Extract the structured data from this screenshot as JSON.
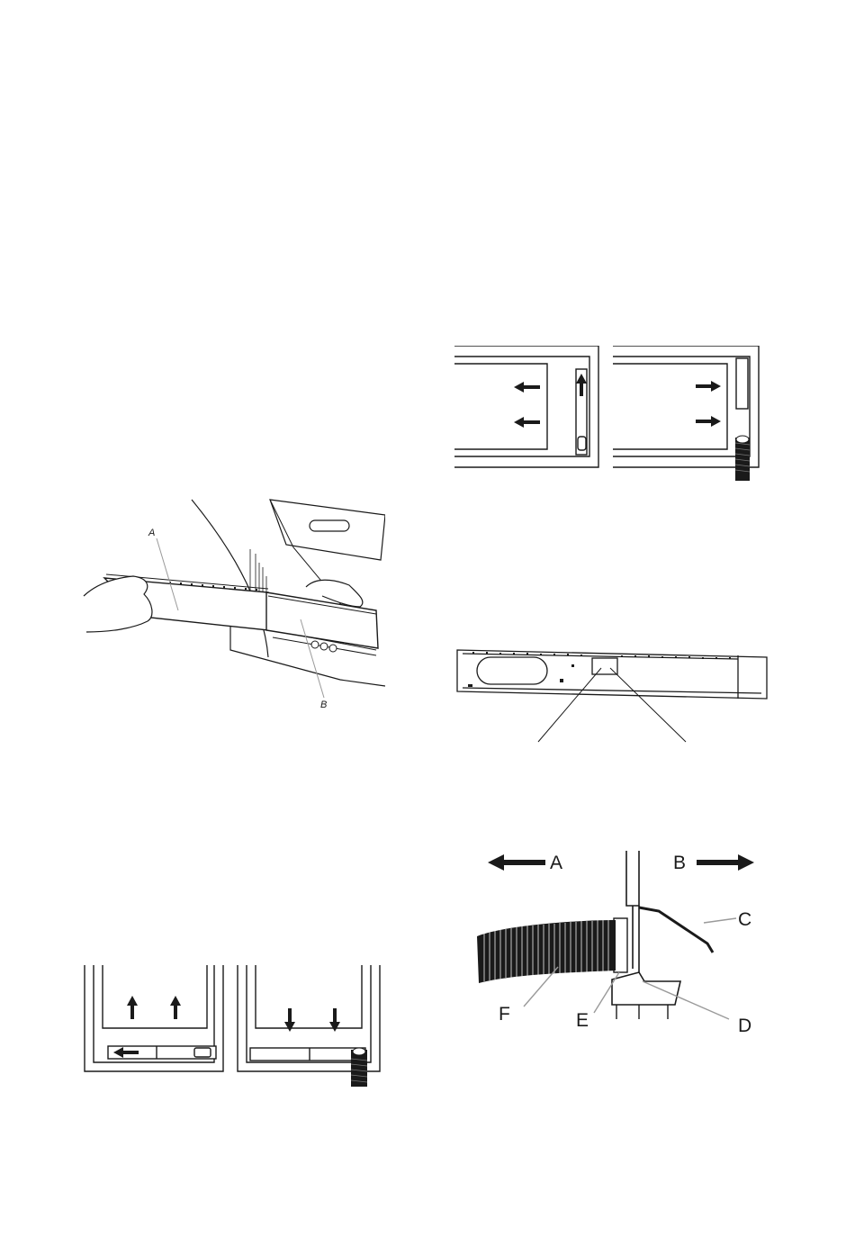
{
  "figures": {
    "insert_panel": {
      "labels": {
        "a": "A",
        "b": "B"
      }
    },
    "horizontal_window": {
      "panels": [
        "open",
        "closed_with_hose"
      ]
    },
    "kit_bar": {
      "callouts": 2
    },
    "vertical_window": {
      "panels": [
        "open",
        "closed_with_hose"
      ]
    },
    "hose_cross_section": {
      "labels": {
        "a": "A",
        "b": "B",
        "c": "C",
        "d": "D",
        "e": "E",
        "f": "F"
      }
    }
  },
  "colors": {
    "line": "#1a1a1a",
    "leader": "#9a9a9a",
    "fill": "#ffffff"
  }
}
